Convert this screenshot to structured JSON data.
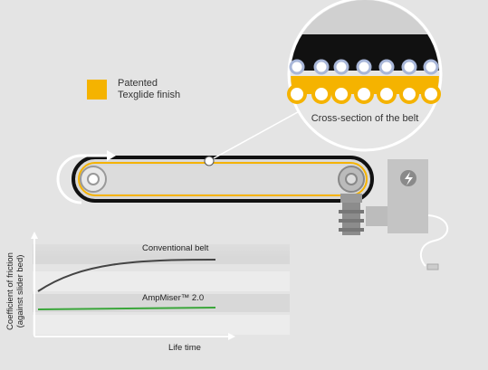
{
  "legend": {
    "line1": "Patented",
    "line2": "Texglide finish",
    "swatch_color": "#f5b300"
  },
  "callout": {
    "label": "Cross-section of the belt"
  },
  "chart": {
    "ylabel_line1": "Coefficient of friction",
    "ylabel_line2": "(against slider bed)",
    "xlabel": "Life time",
    "series": [
      {
        "name": "Conventional belt",
        "color": "#444444"
      },
      {
        "name": "AmpMiser™ 2.0",
        "color": "#3aa63a"
      }
    ]
  },
  "icons": {
    "power": "lightning-icon",
    "direction": "arrow-icon"
  }
}
